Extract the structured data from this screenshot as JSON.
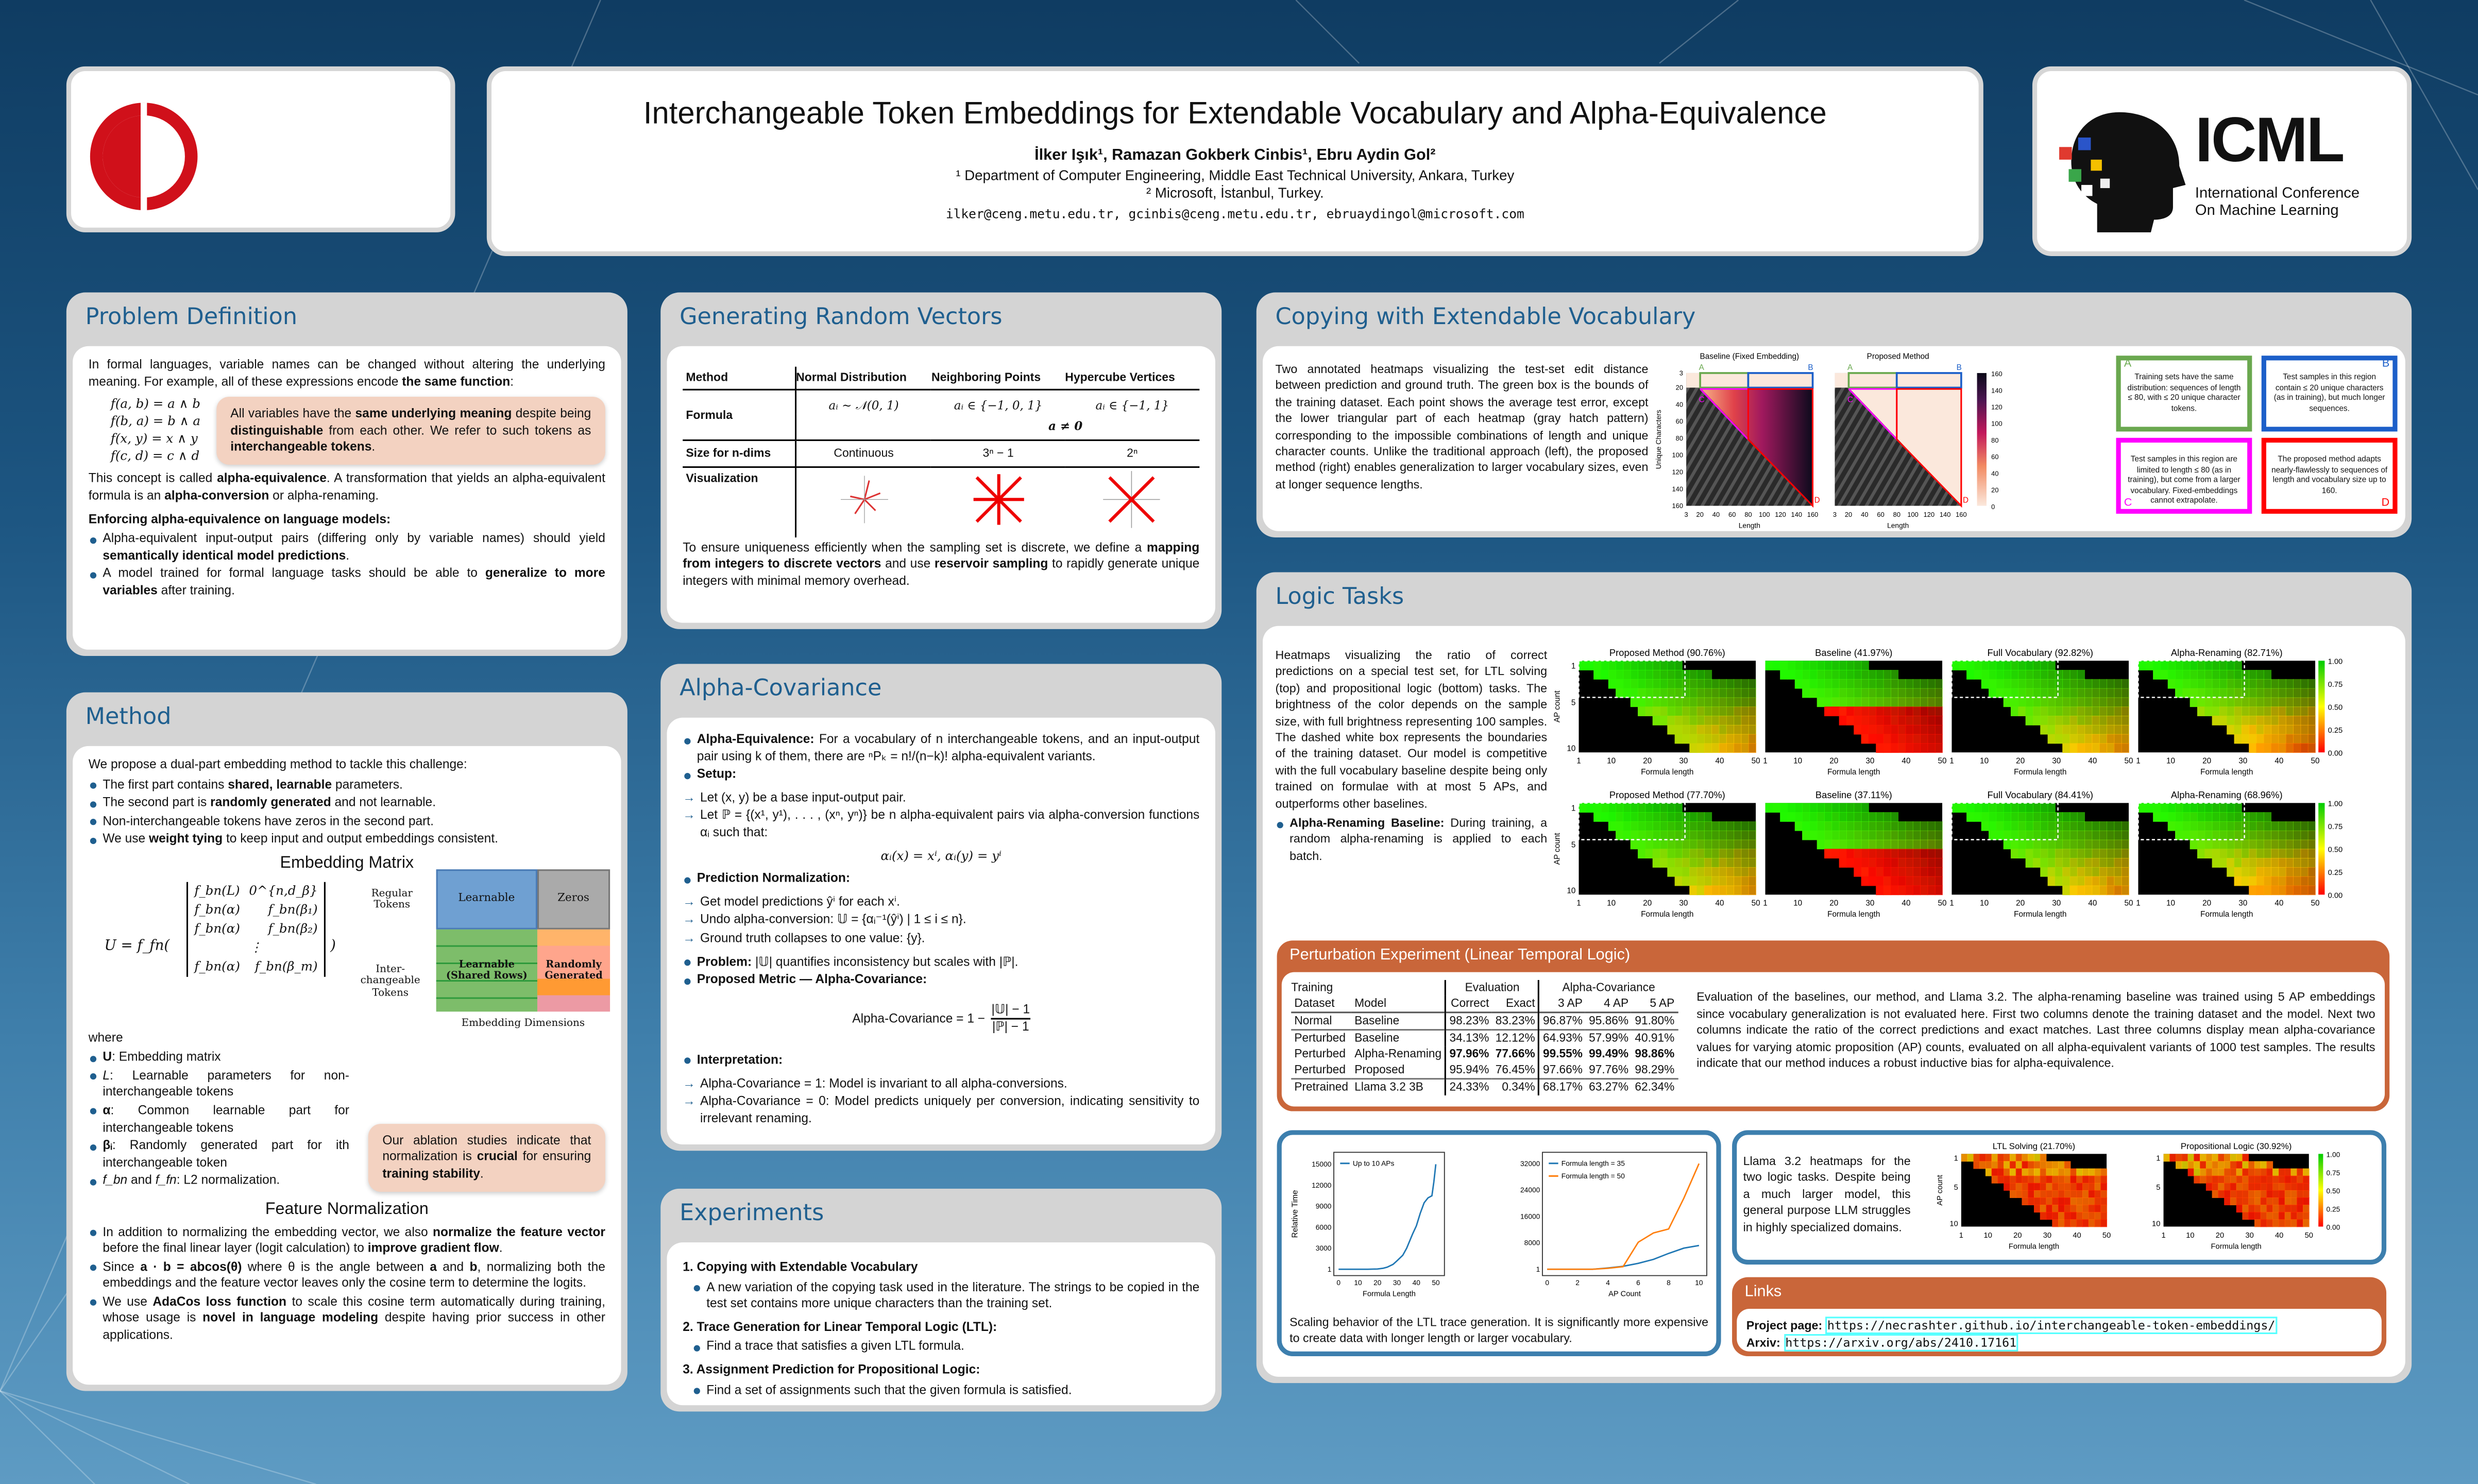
{
  "header": {
    "title": "Interchangeable Token Embeddings for Extendable Vocabulary and Alpha-Equivalence",
    "authors": "İlker Işık¹, Ramazan Gokberk Cinbis¹, Ebru Aydin Gol²",
    "affiliation_1": "¹ Department of Computer Engineering, Middle East Technical University, Ankara, Turkey",
    "affiliation_2": "² Microsoft, İstanbul, Turkey.",
    "emails": "ilker@ceng.metu.edu.tr, gcinbis@ceng.metu.edu.tr, ebruaydingol@microsoft.com",
    "icml_logo": {
      "name": "ICML",
      "line1": "International Conference",
      "line2": "On Machine Learning"
    },
    "colors": {
      "metu_red": "#d0101a",
      "accent": "#1f5f8f",
      "orange": "#c9663a"
    }
  },
  "problem": {
    "title": "Problem Definition",
    "p1": [
      "In formal languages, variable names can be changed without altering the underlying meaning. For example, all of these expressions encode ",
      {
        "b": "the same function"
      },
      ":"
    ],
    "formulas": [
      "f(a, b) = a ∧ b",
      "f(b, a) = b ∧ a",
      "f(x, y) = x ∧ y",
      "f(c, d) = c ∧ d"
    ],
    "callout": [
      "All variables have the ",
      {
        "b": "same underlying meaning"
      },
      " despite being ",
      {
        "b": "distinguishable"
      },
      " from each other. We refer to such tokens as ",
      {
        "b": "interchangeable tokens"
      },
      "."
    ],
    "p2": [
      "This concept is called ",
      {
        "b": "alpha-equivalence"
      },
      ". A transformation that yields an alpha-equivalent formula is an ",
      {
        "b": "alpha-conversion"
      },
      " or alpha-renaming."
    ],
    "enforce_heading": "Enforcing alpha-equivalence on language models:",
    "bullets": [
      [
        "Alpha-equivalent input-output pairs (differing only by variable names) should yield ",
        {
          "b": "semantically identical model predictions"
        },
        "."
      ],
      [
        "A model trained for formal language tasks should be able to ",
        {
          "b": "generalize to more variables"
        },
        " after training."
      ]
    ]
  },
  "method": {
    "title": "Method",
    "intro": "We propose a dual-part embedding method to tackle this challenge:",
    "bullets": [
      [
        "The first part contains ",
        {
          "b": "shared, learnable"
        },
        " parameters."
      ],
      [
        "The second part is ",
        {
          "b": "randomly generated"
        },
        " and not learnable."
      ],
      [
        "Non-interchangeable tokens have zeros in the second part."
      ],
      [
        "We use ",
        {
          "b": "weight tying"
        },
        " to keep input and output embeddings consistent."
      ]
    ],
    "embedding_heading": "Embedding Matrix",
    "equation_lhs": "U = f_fn(",
    "matrix": [
      [
        "f_bn(L)",
        "0^{n,d_β}"
      ],
      [
        "f_bn(α)",
        "f_bn(β₁)"
      ],
      [
        "f_bn(α)",
        "f_bn(β₂)"
      ],
      [
        "⋮",
        ""
      ],
      [
        "f_bn(α)",
        "f_bn(β_m)"
      ]
    ],
    "equation_rhs": ")",
    "diagram": {
      "regular": "Regular Tokens",
      "interchangeable": "Inter-changeable Tokens",
      "learnable": "Learnable",
      "zeros": "Zeros",
      "shared": "Learnable (Shared Rows)",
      "random": "Randomly Generated",
      "dims": "Embedding Dimensions"
    },
    "where": "where",
    "where_bullets": [
      [
        {
          "b": "U"
        },
        ": Embedding matrix"
      ],
      [
        {
          "i": "L"
        },
        ": Learnable parameters for non-interchangeable tokens"
      ],
      [
        {
          "b": "α"
        },
        ": Common learnable part for interchangeable tokens"
      ],
      [
        {
          "b": "βᵢ"
        },
        ": Randomly generated part for ith interchangeable token"
      ],
      [
        {
          "i": "f_bn"
        },
        " and ",
        {
          "i": "f_fn"
        },
        ": L2 normalization."
      ]
    ],
    "callout": [
      "Our ablation studies indicate that normalization is ",
      {
        "b": "crucial"
      },
      " for ensuring ",
      {
        "b": "training stability"
      },
      "."
    ],
    "feature_heading": "Feature Normalization",
    "feature_bullets": [
      [
        "In addition to normalizing the embedding vector, we also ",
        {
          "b": "normalize the feature vector"
        },
        " before the final linear layer (logit calculation) to ",
        {
          "b": "improve gradient flow"
        },
        "."
      ],
      [
        "Since ",
        {
          "b": "a · b = abcos(θ)"
        },
        " where θ is the angle between ",
        {
          "b": "a"
        },
        " and ",
        {
          "b": "b"
        },
        ", normalizing both the embeddings and the feature vector leaves only the cosine term to determine the logits."
      ],
      [
        "We use ",
        {
          "b": "AdaCos loss function"
        },
        " to scale this cosine term automatically during training, whose usage is ",
        {
          "b": "novel in language modeling"
        },
        " despite having prior success in other applications."
      ]
    ]
  },
  "random_vectors": {
    "title": "Generating Random Vectors",
    "headers": [
      "Method",
      "Normal Distribution",
      "Neighboring Points",
      "Hypercube Vertices"
    ],
    "formula_label": "Formula",
    "formulas": [
      "aᵢ ∼ 𝒩(0, 1)",
      "aᵢ ∈ {−1, 0, 1}",
      "aᵢ ∈ {−1, 1}"
    ],
    "formula_note": "a ≠ 0",
    "size_label": "Size for n-dims",
    "sizes": [
      "Continuous",
      "3ⁿ − 1",
      "2ⁿ"
    ],
    "vis_label": "Visualization",
    "paragraph": [
      "To ensure uniqueness efficiently when the sampling set is discrete, we define a ",
      {
        "b": "mapping from integers to discrete vectors"
      },
      " and use ",
      {
        "b": "reservoir sampling"
      },
      " to rapidly generate unique integers with minimal memory overhead."
    ]
  },
  "alpha_cov": {
    "title": "Alpha-Covariance",
    "items": [
      {
        "lead": "Alpha-Equivalence:",
        "text": " For a vocabulary of n interchangeable tokens, and an input-output pair using k of them, there are ⁿPₖ = n!/(n−k)! alpha-equivalent variants."
      },
      {
        "lead": "Setup:",
        "text": ""
      }
    ],
    "setup": [
      "Let (x, y) be a base input-output pair.",
      "Let ℙ = {(x¹, y¹), . . . , (xⁿ, yⁿ)} be n alpha-equivalent pairs via alpha-conversion functions αᵢ such that:"
    ],
    "setup_eq": "αᵢ(x) = xⁱ,    αᵢ(y) = yⁱ",
    "pred_lead": "Prediction Normalization:",
    "pred": [
      "Get model predictions ŷⁱ for each xⁱ.",
      "Undo alpha-conversion: 𝕌 = {αᵢ⁻¹(ŷⁱ) | 1 ≤ i ≤ n}.",
      "Ground truth collapses to one value: {y}."
    ],
    "problem_lead": "Problem:",
    "problem_text": " |𝕌| quantifies inconsistency but scales with |ℙ|.",
    "metric_lead": "Proposed Metric — Alpha-Covariance:",
    "metric_lhs": "Alpha-Covariance = 1 −",
    "metric_num": "|𝕌| − 1",
    "metric_den": "|ℙ| − 1",
    "interp_lead": "Interpretation:",
    "interp": [
      "Alpha-Covariance = 1: Model is invariant to all alpha-conversions.",
      "Alpha-Covariance = 0: Model predicts uniquely per conversion, indicating sensitivity to irrelevant renaming."
    ]
  },
  "experiments": {
    "title": "Experiments",
    "items": [
      {
        "head": "1. Copying with Extendable Vocabulary",
        "sub": "A new variation of the copying task used in the literature. The strings to be copied in the test set contains more unique characters than the training set."
      },
      {
        "head": "2. Trace Generation for Linear Temporal Logic (LTL):",
        "sub": "Find a trace that satisfies a given LTL formula."
      },
      {
        "head": "3. Assignment Prediction for Propositional Logic:",
        "sub": "Find a set of assignments such that the given formula is satisfied."
      }
    ]
  },
  "copying": {
    "title": "Copying with Extendable Vocabulary",
    "text": "Two annotated heatmaps visualizing the test-set edit distance between prediction and ground truth. The green box is the bounds of the training dataset. Each point shows the average test error, except the lower triangular part of each heatmap (gray hatch pattern) corresponding to the impossible combinations of length and unique character counts. Unlike the traditional approach (left), the proposed method (right) enables generalization to larger vocabulary sizes, even at longer sequence lengths.",
    "heatmap_titles": [
      "Baseline (Fixed Embedding)",
      "Proposed Method"
    ],
    "xlabel": "Length",
    "ylabel": "Unique Characters",
    "x_ticks": [
      "3",
      "20",
      "40",
      "60",
      "80",
      "100",
      "120",
      "140",
      "160"
    ],
    "y_ticks": [
      "3",
      "20",
      "40",
      "60",
      "80",
      "100",
      "120",
      "140",
      "160"
    ],
    "colorbar_ticks": [
      "160",
      "140",
      "120",
      "100",
      "80",
      "60",
      "40",
      "20",
      "0"
    ],
    "region_letters": [
      "A",
      "B",
      "C",
      "D"
    ],
    "notes": [
      {
        "letter": "A",
        "text": "Training sets have the same distribution: sequences of length ≤ 80, with ≤ 20 unique character tokens.",
        "color": "#6aa84f"
      },
      {
        "letter": "B",
        "text": "Test samples in this region contain ≤ 20 unique characters (as in training), but much longer sequences.",
        "color": "#1c5fc9"
      },
      {
        "letter": "C",
        "text": "Test samples in this region are limited to length ≤ 80 (as in training), but come from a larger vocabulary. Fixed-embeddings cannot extrapolate.",
        "color": "#ff00ff"
      },
      {
        "letter": "D",
        "text": "The proposed method adapts nearly-flawlessly to sequences of length and vocabulary size up to 160.",
        "color": "#ff0000"
      }
    ]
  },
  "logic": {
    "title": "Logic Tasks",
    "text": "Heatmaps visualizing the ratio of correct predictions on a special test set, for LTL solving (top) and propositional logic (bottom) tasks. The brightness of the color depends on the sample size, with full brightness representing 100 samples. The dashed white box represents the boundaries of the training dataset. Our model is competitive with the full vocabulary baseline despite being only trained on formulae with at most 5 APs, and outperforms other baselines.",
    "bullet_lead": "Alpha-Renaming Baseline:",
    "bullet_text": " During training, a random alpha-renaming is applied to each batch.",
    "rows": [
      [
        "Proposed Method (90.76%)",
        "Baseline (41.97%)",
        "Full Vocabulary (92.82%)",
        "Alpha-Renaming (82.71%)"
      ],
      [
        "Proposed Method (77.70%)",
        "Baseline (37.11%)",
        "Full Vocabulary (84.41%)",
        "Alpha-Renaming (68.96%)"
      ]
    ],
    "xlabel": "Formula length",
    "ylabel": "AP count",
    "x_ticks": [
      "1",
      "10",
      "20",
      "30",
      "40",
      "50"
    ],
    "y_ticks": [
      "1",
      "5",
      "10"
    ],
    "colorbar_ticks": [
      "1.00",
      "0.75",
      "0.50",
      "0.25",
      "0.00"
    ]
  },
  "perturbation": {
    "title": "Perturbation Experiment (Linear Temporal Logic)",
    "group_headers": [
      "Training",
      "Evaluation",
      "Alpha-Covariance"
    ],
    "headers": [
      "Dataset",
      "Model",
      "Correct",
      "Exact",
      "3 AP",
      "4 AP",
      "5 AP"
    ],
    "rows": [
      [
        "Normal",
        "Baseline",
        "98.23%",
        "83.23%",
        "96.87%",
        "95.86%",
        "91.80%"
      ],
      [
        "Perturbed",
        "Baseline",
        "34.13%",
        "12.12%",
        "64.93%",
        "57.99%",
        "40.91%"
      ],
      [
        "Perturbed",
        "Alpha-Renaming",
        "97.96%",
        "77.66%",
        "99.55%",
        "99.49%",
        "98.86%"
      ],
      [
        "Perturbed",
        "Proposed",
        "95.94%",
        "76.45%",
        "97.66%",
        "97.76%",
        "98.29%"
      ],
      [
        "Pretrained",
        "Llama 3.2 3B",
        "24.33%",
        "0.34%",
        "68.17%",
        "63.27%",
        "62.34%"
      ]
    ],
    "caption": "Evaluation of the baselines, our method, and Llama 3.2. The alpha-renaming baseline was trained using 5 AP embeddings since vocabulary generalization is not evaluated here. First two columns denote the training dataset and the model. Next two columns indicate the ratio of the correct predictions and exact matches. Last three columns display mean alpha-covariance values for varying atomic proposition (AP) counts, evaluated on all alpha-equivalent variants of 1000 test samples. The results indicate that our method induces a robust inductive bias for alpha-equivalence."
  },
  "scaling": {
    "caption": "Scaling behavior of the LTL trace generation. It is significantly more expensive to create data with longer length or larger vocabulary."
  },
  "chart_data": [
    {
      "type": "line",
      "title": "",
      "xlabel": "Formula Length",
      "ylabel": "Relative Time",
      "xlim": [
        0,
        52
      ],
      "ylim": [
        1,
        15800
      ],
      "x_ticks": [
        "0",
        "10",
        "20",
        "30",
        "40",
        "50"
      ],
      "y_ticks": [
        "1",
        "3000",
        "6000",
        "9000",
        "12000",
        "15000"
      ],
      "series": [
        {
          "name": "Up to 10 APs",
          "color": "#1f77b4",
          "x": [
            0,
            5,
            10,
            15,
            20,
            23,
            25,
            28,
            30,
            33,
            35,
            38,
            40,
            42,
            44,
            46,
            48,
            49,
            50
          ],
          "y": [
            1,
            1,
            1,
            1,
            40,
            150,
            300,
            700,
            1200,
            2000,
            3000,
            5000,
            6200,
            8000,
            9500,
            10200,
            10500,
            12500,
            15000
          ]
        }
      ],
      "legend": "top-left"
    },
    {
      "type": "line",
      "title": "",
      "xlabel": "AP Count",
      "ylabel": "",
      "xlim": [
        0,
        10.2
      ],
      "ylim": [
        1,
        33500
      ],
      "x_ticks": [
        "0",
        "2",
        "4",
        "6",
        "8",
        "10"
      ],
      "y_ticks": [
        "1",
        "8000",
        "16000",
        "24000",
        "32000"
      ],
      "series": [
        {
          "name": "Formula length = 35",
          "color": "#1f77b4",
          "x": [
            0,
            1,
            2,
            3,
            4,
            5,
            6,
            7,
            8,
            9,
            10
          ],
          "y": [
            1,
            1,
            1,
            1,
            400,
            900,
            1800,
            3000,
            4800,
            6400,
            7200
          ]
        },
        {
          "name": "Formula length = 50",
          "color": "#ff7f0e",
          "x": [
            0,
            1,
            2,
            3,
            4,
            5,
            6,
            7,
            8,
            9,
            10
          ],
          "y": [
            1,
            1,
            1,
            1,
            300,
            800,
            8200,
            11000,
            12200,
            21500,
            32000
          ]
        }
      ],
      "legend": "top-left"
    }
  ],
  "llama": {
    "text": "Llama 3.2 heatmaps for the two logic tasks. Despite being a much larger model, this general purpose LLM struggles in highly specialized domains.",
    "titles": [
      "LTL Solving (21.70%)",
      "Propositional Logic (30.92%)"
    ],
    "xlabel": "Formula length",
    "ylabel": "AP count",
    "x_ticks": [
      "1",
      "10",
      "20",
      "30",
      "40",
      "50"
    ],
    "y_ticks": [
      "1",
      "5",
      "10"
    ],
    "colorbar_ticks": [
      "1.00",
      "0.75",
      "0.50",
      "0.25",
      "0.00"
    ]
  },
  "links": {
    "title": "Links",
    "project_label": "Project page:",
    "project_url": "https://necrashter.github.io/interchangeable-token-embeddings/",
    "arxiv_label": "Arxiv:",
    "arxiv_url": "https://arxiv.org/abs/2410.17161"
  }
}
